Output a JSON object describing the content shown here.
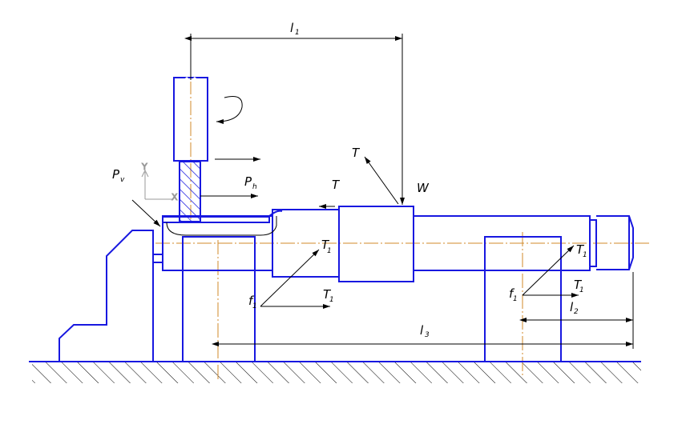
{
  "labels": {
    "l1": {
      "main": "l",
      "sub": "1"
    },
    "l2": {
      "main": "l",
      "sub": "2"
    },
    "l3": {
      "main": "l",
      "sub": "3"
    },
    "pv": {
      "main": "P",
      "sub": "v"
    },
    "ph": {
      "main": "P",
      "sub": "h"
    },
    "t_arrow_force": "T",
    "t_left": "T",
    "w": "W",
    "t1_upper_left": {
      "main": "T",
      "sub": "1"
    },
    "t1_lower_left": {
      "main": "T",
      "sub": "1"
    },
    "f1_left": {
      "main": "f",
      "sub": "1"
    },
    "t1_upper_right": {
      "main": "T",
      "sub": "1"
    },
    "t1_lower_right": {
      "main": "T",
      "sub": "1"
    },
    "f1_right": {
      "main": "f",
      "sub": "1"
    },
    "axis_y": "Y",
    "axis_x": "X"
  },
  "colors": {
    "part_outline": "#1818e0",
    "centerline": "#d08a2a",
    "dimension": "#000000",
    "axis": "#999999"
  }
}
